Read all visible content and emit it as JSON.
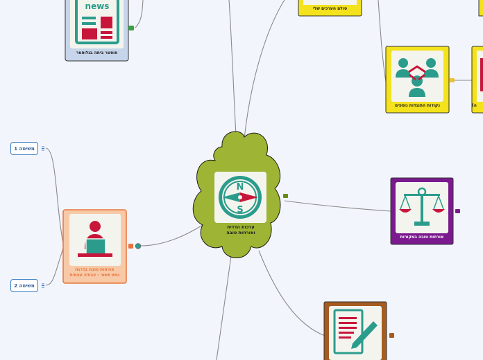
{
  "colors": {
    "background": "#f2f5fc",
    "central": "#9db434",
    "yellow": "#f3e21c",
    "purple": "#7a1a8e",
    "orange_fill": "#f7c9a6",
    "orange_border": "#e8743c",
    "brown": "#a45c21",
    "blue_fill": "#c6d5ea",
    "teal": "#2b9c8c",
    "red": "#c8163a",
    "line": "#8a8a8a"
  },
  "central": {
    "line1": "ערכות הדדית",
    "line2": "ואורחות טובה",
    "icon": "compass-icon"
  },
  "nodes": {
    "news": {
      "label": "פוסטר ביתה בגלוסטר",
      "icon_text": "news",
      "icon": "newspaper-icon"
    },
    "mine": {
      "label": "סולם הערכים שלי"
    },
    "group": {
      "label": "נקודות התנגדות נוספים",
      "icon": "team-network-icon"
    },
    "cut_right": {
      "label": "(ה",
      "icon": "document-icon"
    },
    "justice": {
      "label": "אורחות טובה במקורות",
      "icon": "scales-icon"
    },
    "classroom": {
      "line1": "אורחות טובה בדרגת",
      "line2": "נפש פשור - עבודה עצמית",
      "icon": "person-at-desk-icon"
    },
    "writing": {
      "icon": "writing-document-icon"
    },
    "task1": {
      "label": "משימה 1"
    },
    "task2": {
      "label": "משימה 2"
    }
  }
}
